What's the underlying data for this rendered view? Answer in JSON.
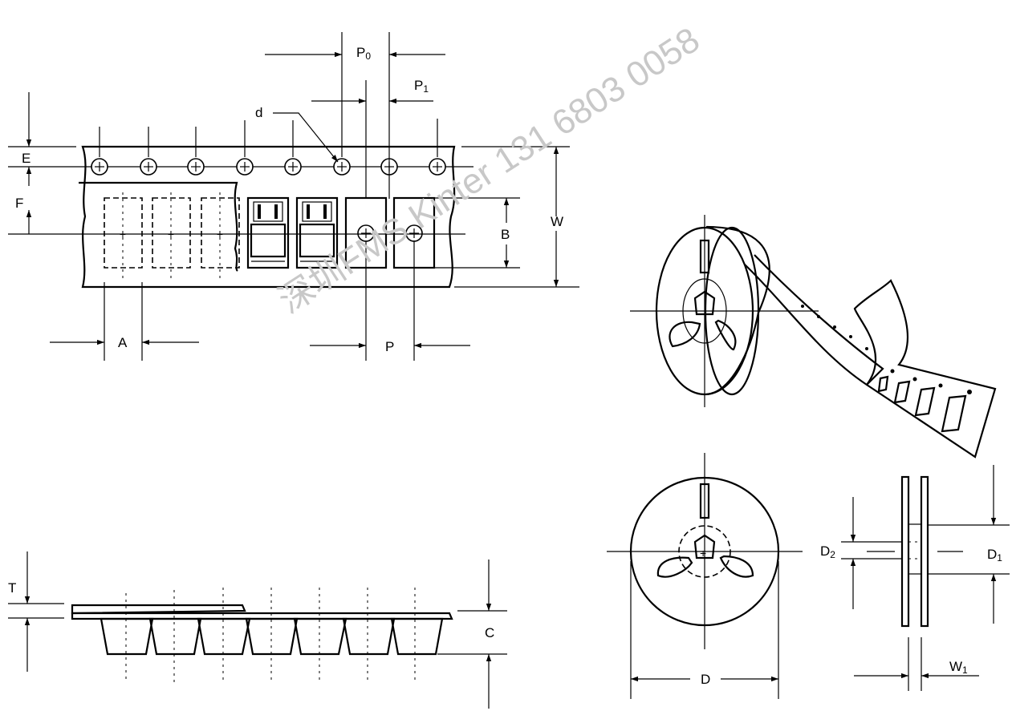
{
  "labels": {
    "p0": "P",
    "p0_sub": "0",
    "p1": "P",
    "p1_sub": "1",
    "d_small": "d",
    "e": "E",
    "f": "F",
    "w": "W",
    "b": "B",
    "a": "A",
    "p": "P",
    "t": "T",
    "c": "C",
    "d_reel": "D",
    "d1": "D",
    "d1_sub": "1",
    "d2": "D",
    "d2_sub": "2",
    "w1": "W",
    "w1_sub": "1"
  },
  "watermark": "深圳FMS Kinter 131 6803 0058"
}
